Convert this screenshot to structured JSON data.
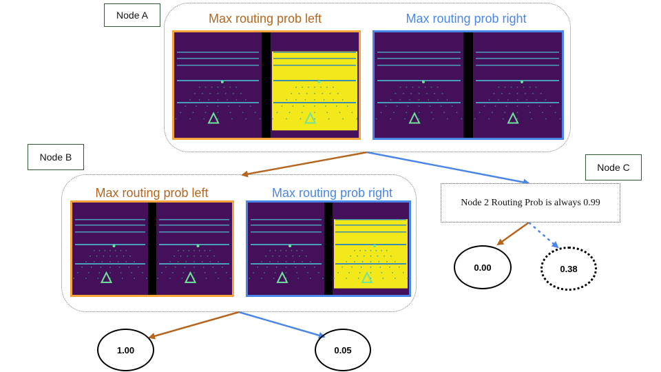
{
  "colors": {
    "left": "#b5651d",
    "right": "#4a86e8",
    "leftFrame": "#f6a33c",
    "rightFrame": "#4a86e8",
    "game_bg": "#44105a",
    "game_line": "#4a9fb8",
    "game_fill": "#f3e81a"
  },
  "nodes": {
    "a": {
      "label": "Node A",
      "left_title": "Max routing prob left",
      "right_title": "Max routing prob right"
    },
    "b": {
      "label": "Node B",
      "left_title": "Max routing prob left",
      "right_title": "Max routing prob right"
    },
    "c": {
      "label": "Node C",
      "note": "Node 2 Routing Prob is always 0.99"
    }
  },
  "leaves": {
    "b_left": "1.00",
    "b_right": "0.05",
    "c_left": "0.00",
    "c_right": "0.38"
  }
}
